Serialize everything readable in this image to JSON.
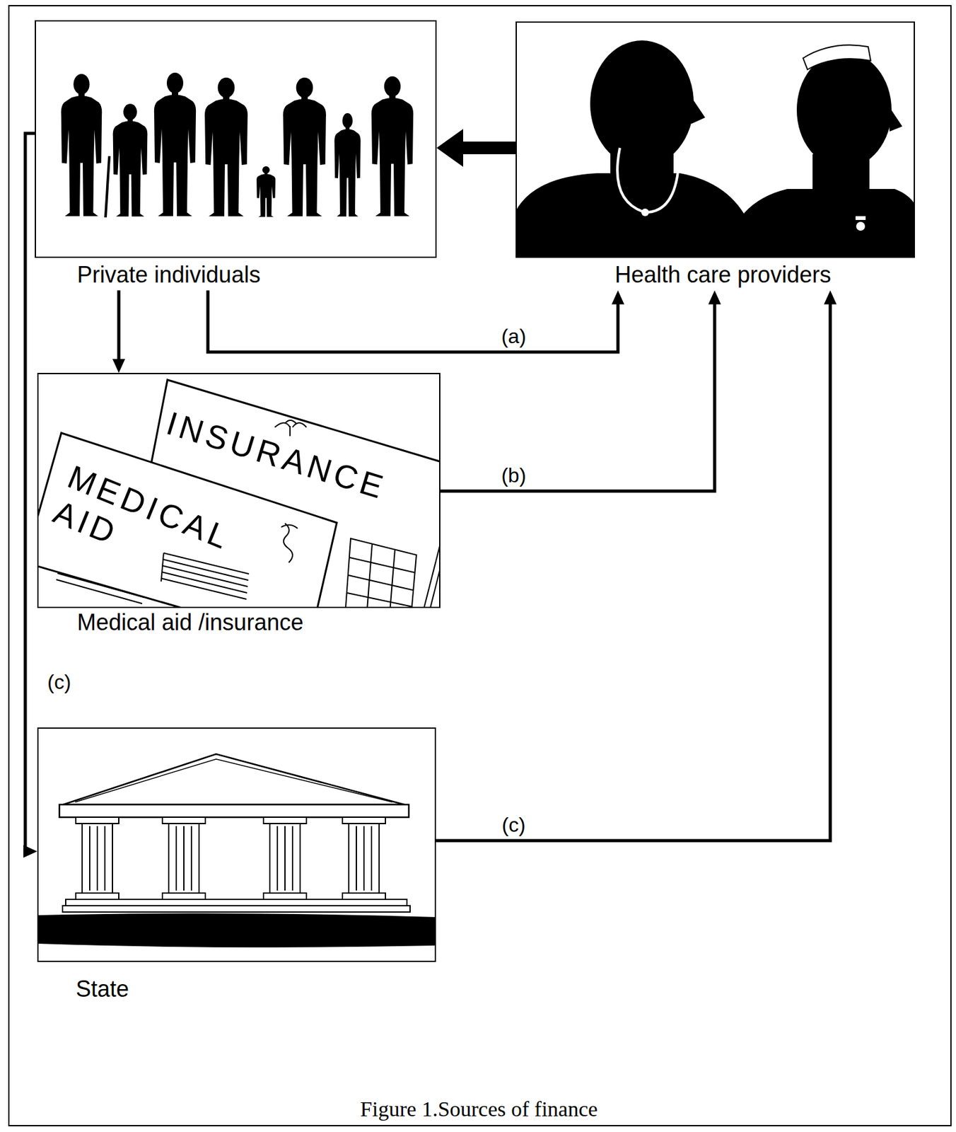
{
  "diagram": {
    "caption": "Figure 1.Sources of finance",
    "nodes": [
      {
        "text": [
          "Private individuals"
        ]
      },
      {
        "text": [
          "Health care providers"
        ]
      },
      {
        "text": [
          "Medical aid /insurance"
        ]
      },
      {
        "text": [
          "State"
        ]
      }
    ],
    "edges": [
      {
        "from": 1,
        "to": 0,
        "arrow": "to"
      },
      {
        "from": 0,
        "to": 1,
        "label": "(a)",
        "arrow": "to"
      },
      {
        "from": 0,
        "to": 2,
        "arrow": "to"
      },
      {
        "from": 2,
        "to": 1,
        "label": "(b)",
        "arrow": "to"
      },
      {
        "from": 0,
        "to": 3,
        "label": "(c)",
        "arrow": "to"
      },
      {
        "from": 3,
        "to": 1,
        "label": "(c)",
        "arrow": "to"
      }
    ],
    "labels": [
      "INSURANCE",
      "MEDICAL AID"
    ]
  }
}
